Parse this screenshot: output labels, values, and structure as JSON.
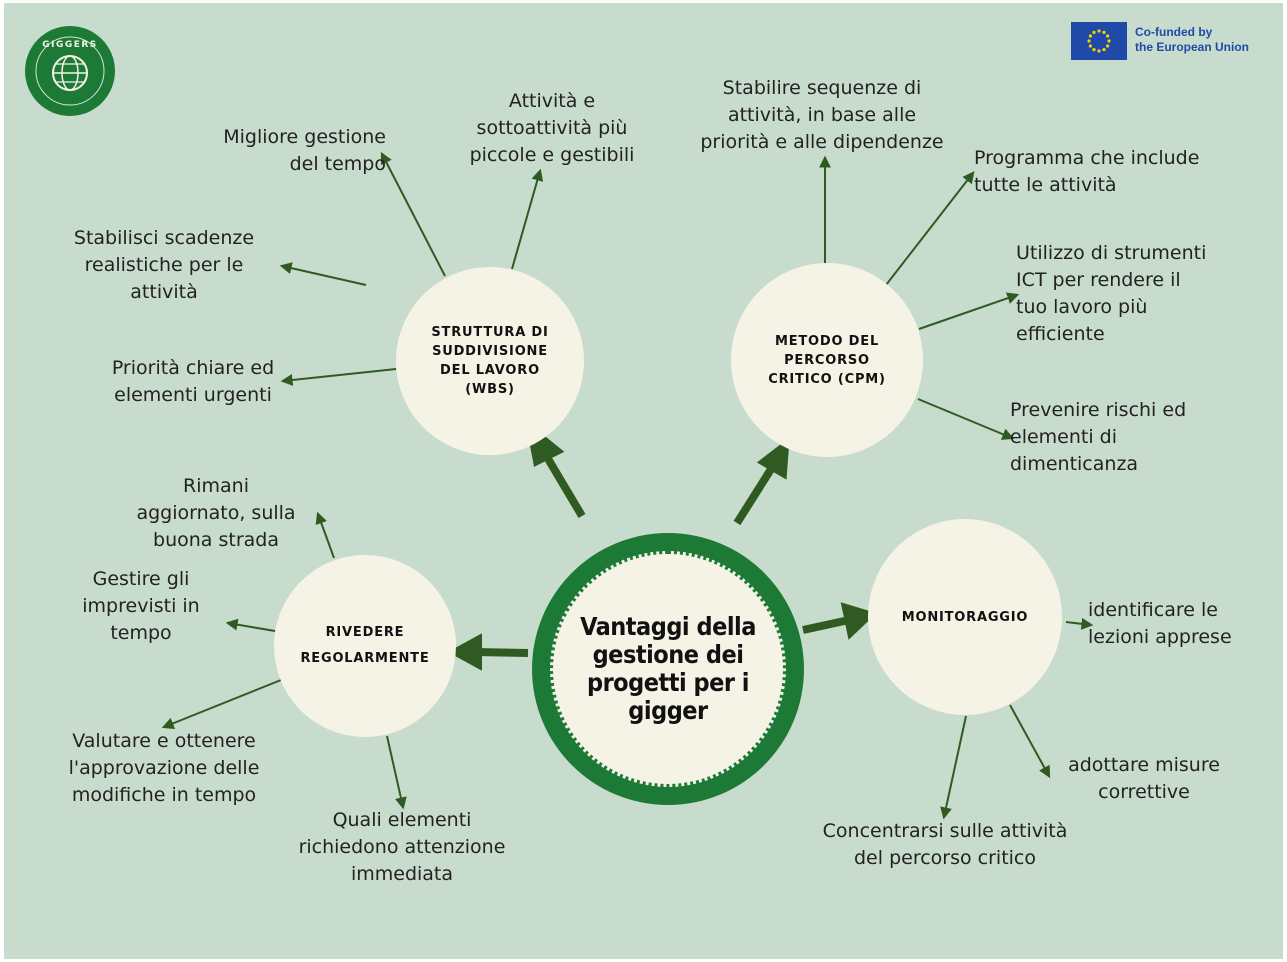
{
  "colors": {
    "background": "#c8dccd",
    "circle": "#f5f3e6",
    "green": "#1d7a36",
    "dark_green": "#2f5b22",
    "eu_blue": "#1f4aa8"
  },
  "logo": {
    "brand_icon": "giggers-globe-icon",
    "text": "GIGGERS"
  },
  "eu_badge": {
    "line1": "Co-funded by",
    "line2": "the European Union",
    "icon": "eu-flag-icon"
  },
  "center": {
    "line1": "Vantaggi della",
    "line2": "gestione dei",
    "line3": "progetti per i",
    "line4": "gigger"
  },
  "hubs": {
    "wbs": {
      "title": [
        "STRUTTURA DI",
        "SUDDIVISIONE",
        "DEL LAVORO",
        "(WBS)"
      ],
      "items": [
        [
          "Migliore gestione",
          "del tempo"
        ],
        [
          "Attività e",
          "sottoattività più",
          "piccole e gestibili"
        ],
        [
          "Stabilisci scadenze",
          "realistiche per le",
          "attività"
        ],
        [
          "Priorità chiare ed",
          "elementi urgenti"
        ]
      ]
    },
    "cpm": {
      "title": [
        "METODO DEL",
        "PERCORSO",
        "CRITICO (CPM)"
      ],
      "items": [
        [
          "Stabilire sequenze di",
          "attività, in base alle",
          "priorità e alle dipendenze"
        ],
        [
          "Programma che include",
          "tutte le attività"
        ],
        [
          "Utilizzo di strumenti",
          "ICT per rendere il",
          "tuo lavoro più",
          "efficiente"
        ],
        [
          "Prevenire rischi ed",
          "elementi di",
          "dimenticanza"
        ]
      ]
    },
    "review": {
      "title": [
        "RIVEDERE",
        "REGOLARMENTE"
      ],
      "items": [
        [
          "Rimani",
          "aggiornato, sulla",
          "buona strada"
        ],
        [
          "Gestire gli",
          "imprevisti in",
          "tempo"
        ],
        [
          "Valutare e ottenere",
          "l'approvazione delle",
          "modifiche in tempo"
        ],
        [
          "Quali elementi",
          "richiedono attenzione",
          "immediata"
        ]
      ]
    },
    "monitor": {
      "title": [
        "MONITORAGGIO"
      ],
      "items": [
        [
          "identificare le",
          "lezioni apprese"
        ],
        [
          "adottare misure",
          "correttive"
        ],
        [
          "Concentrarsi sulle attività",
          "del percorso critico"
        ]
      ]
    }
  }
}
